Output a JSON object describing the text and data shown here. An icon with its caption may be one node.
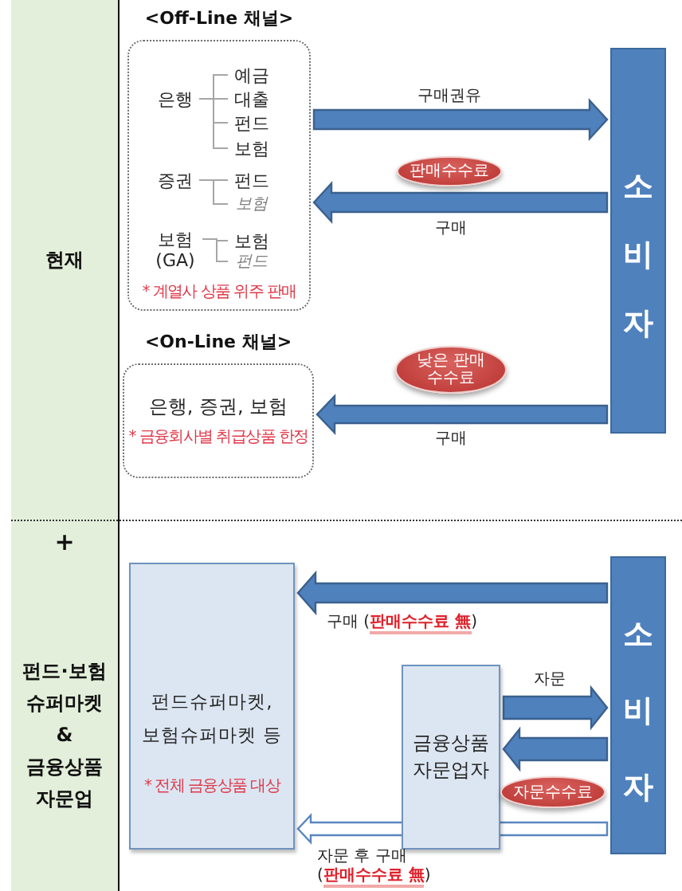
{
  "diagram": {
    "nodes": [
      {
        "text": [
          "현재"
        ]
      },
      {
        "text": [
          "<Off-Line 채널>",
          "* 계열사 상품 위주 판매"
        ]
      },
      {
        "text": [
          "은행"
        ],
        "in": 1
      },
      {
        "text": [
          "예금"
        ],
        "in": 1
      },
      {
        "text": [
          "대출"
        ],
        "in": 1
      },
      {
        "text": [
          "펀드"
        ],
        "in": 1
      },
      {
        "text": [
          "보험"
        ],
        "in": 1
      },
      {
        "text": [
          "증권"
        ],
        "in": 1
      },
      {
        "text": [
          "펀드"
        ],
        "in": 1
      },
      {
        "text": [
          "보험"
        ],
        "in": 1
      },
      {
        "text": [
          "보험 (GA)"
        ],
        "in": 1
      },
      {
        "text": [
          "보험"
        ],
        "in": 1
      },
      {
        "text": [
          "펀드"
        ],
        "in": 1
      },
      {
        "text": [
          "소비자"
        ]
      },
      {
        "text": [
          "판매수수료"
        ]
      },
      {
        "text": [
          "<On-Line 채널>",
          "은행, 증권, 보험",
          "* 금융회사별 취급상품 한정"
        ]
      },
      {
        "text": [
          "낮은 판매 수수료"
        ]
      },
      {
        "text": [
          "+",
          "펀드·보험 슈퍼마켓 & 금융상품 자문업"
        ]
      },
      {
        "text": [
          "펀드슈퍼마켓, 보험슈퍼마켓 등",
          "* 전체 금융상품 대상"
        ]
      },
      {
        "text": [
          "소비자"
        ]
      },
      {
        "text": [
          "금융상품 자문업자"
        ]
      },
      {
        "text": [
          "자문수수료"
        ]
      }
    ],
    "edges": [
      {
        "from": 1,
        "to": 13,
        "arrow": "to",
        "label": "구매권유",
        "style": "thick",
        "color": "#4f81bd"
      },
      {
        "from": 13,
        "to": 1,
        "arrow": "to",
        "label": "구매",
        "style": "thick",
        "color": "#4f81bd"
      },
      {
        "from": 13,
        "to": 15,
        "arrow": "to",
        "label": "구매",
        "style": "thick",
        "color": "#4f81bd"
      },
      {
        "from": 19,
        "to": 18,
        "arrow": "to",
        "label": "구매 (**판매수수료 無**)",
        "style": "thick",
        "color": "#4f81bd"
      },
      {
        "from": 20,
        "to": 19,
        "arrow": "to",
        "label": "자문",
        "style": "thick",
        "color": "#4f81bd"
      },
      {
        "from": 19,
        "to": 20,
        "arrow": "to",
        "style": "thick",
        "color": "#4f81bd"
      },
      {
        "from": 19,
        "to": 18,
        "arrow": "to",
        "label": "자문 후 구매 (**판매수수료 無**)",
        "style": "thick",
        "color": "#ffffff"
      },
      {
        "from": 2,
        "to": 3,
        "arrow": "none"
      },
      {
        "from": 2,
        "to": 4,
        "arrow": "none"
      },
      {
        "from": 2,
        "to": 5,
        "arrow": "none"
      },
      {
        "from": 2,
        "to": 6,
        "arrow": "none"
      },
      {
        "from": 7,
        "to": 8,
        "arrow": "none"
      },
      {
        "from": 7,
        "to": 9,
        "arrow": "none"
      },
      {
        "from": 10,
        "to": 11,
        "arrow": "none"
      },
      {
        "from": 10,
        "to": 12,
        "arrow": "none"
      }
    ]
  }
}
